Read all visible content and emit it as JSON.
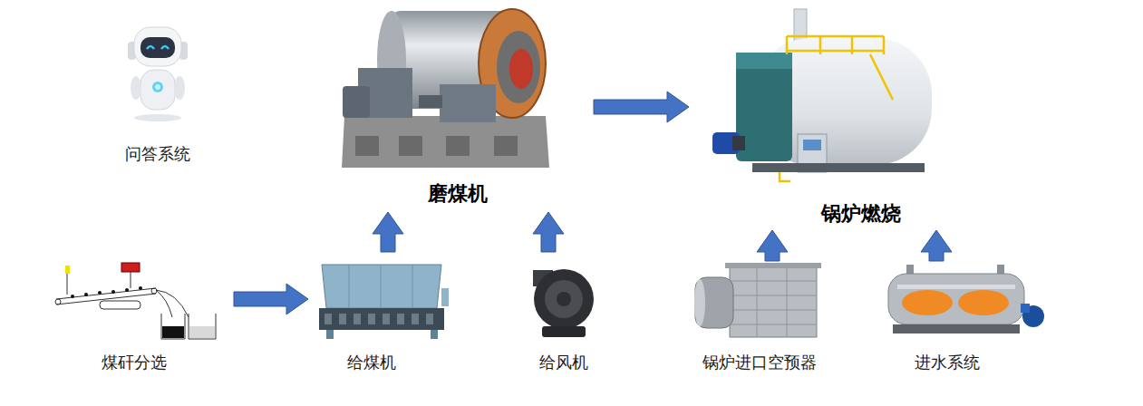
{
  "diagram": {
    "nodes": [
      {
        "text": [
          "问答系统"
        ]
      },
      {
        "text": [
          "磨煤机"
        ]
      },
      {
        "text": [
          "锅炉燃烧"
        ]
      },
      {
        "text": [
          "煤矸分选"
        ]
      },
      {
        "text": [
          "给煤机"
        ]
      },
      {
        "text": [
          "给风机"
        ]
      },
      {
        "text": [
          "锅炉进口空预器"
        ]
      },
      {
        "text": [
          "进水系统"
        ]
      }
    ],
    "edges": [
      {
        "from": 3,
        "to": 4,
        "arrow": "to"
      },
      {
        "from": 4,
        "to": 1,
        "arrow": "to"
      },
      {
        "from": 5,
        "to": 1,
        "arrow": "to"
      },
      {
        "from": 1,
        "to": 2,
        "arrow": "to"
      },
      {
        "from": 6,
        "to": 2,
        "arrow": "to"
      },
      {
        "from": 7,
        "to": 2,
        "arrow": "to"
      }
    ]
  }
}
